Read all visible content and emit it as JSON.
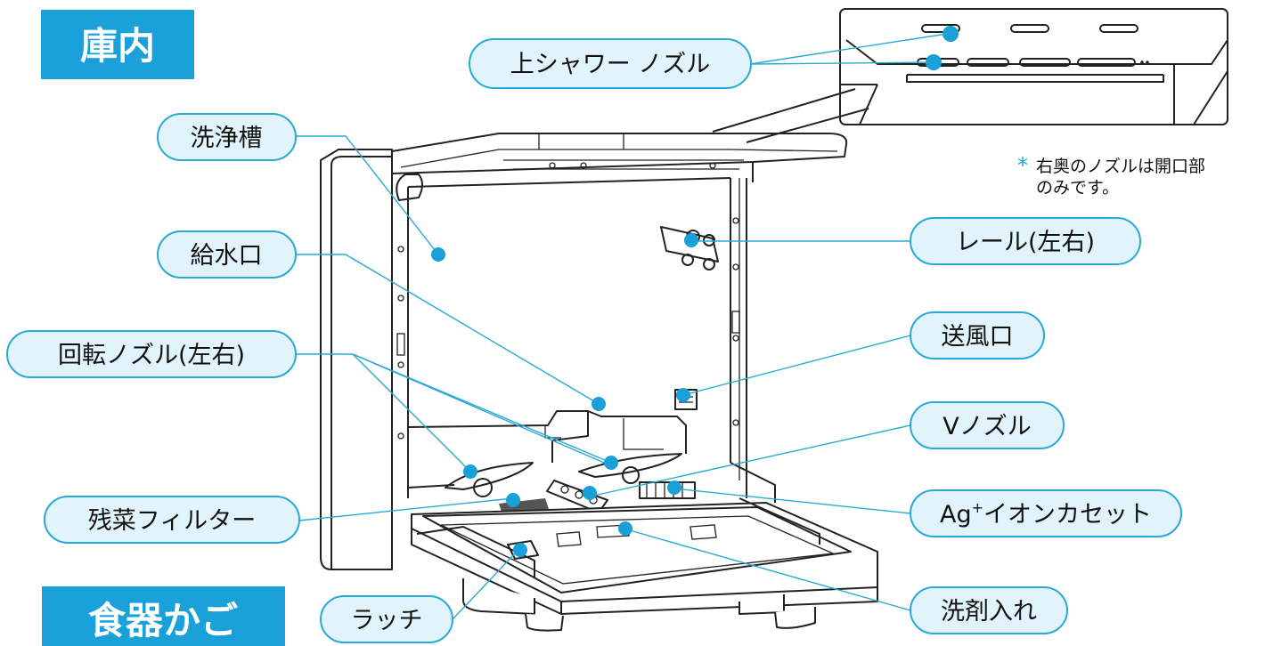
{
  "sections": {
    "interior": "庫内",
    "basket": "食器かご"
  },
  "labels": {
    "upper_shower_nozzle": "上シャワー ノズル",
    "wash_tub": "洗浄槽",
    "water_inlet": "給水口",
    "rotary_nozzle": "回転ノズル(左右)",
    "food_filter": "残菜フィルター",
    "latch": "ラッチ",
    "rail": "レール(左右)",
    "air_outlet": "送風口",
    "v_nozzle": "Vノズル",
    "ag_cassette_prefix": "Ag",
    "ag_cassette_sup": "+",
    "ag_cassette_rest": "イオンカセット",
    "detergent_case": "洗剤入れ"
  },
  "note": {
    "mark": "*",
    "line1": "右奥のノズルは開口部",
    "line2": "のみです。"
  },
  "colors": {
    "accent": "#1aa0d8",
    "pill_fill": "#e2f4fb",
    "pill_stroke": "#29a9d6",
    "ink": "#222222"
  }
}
